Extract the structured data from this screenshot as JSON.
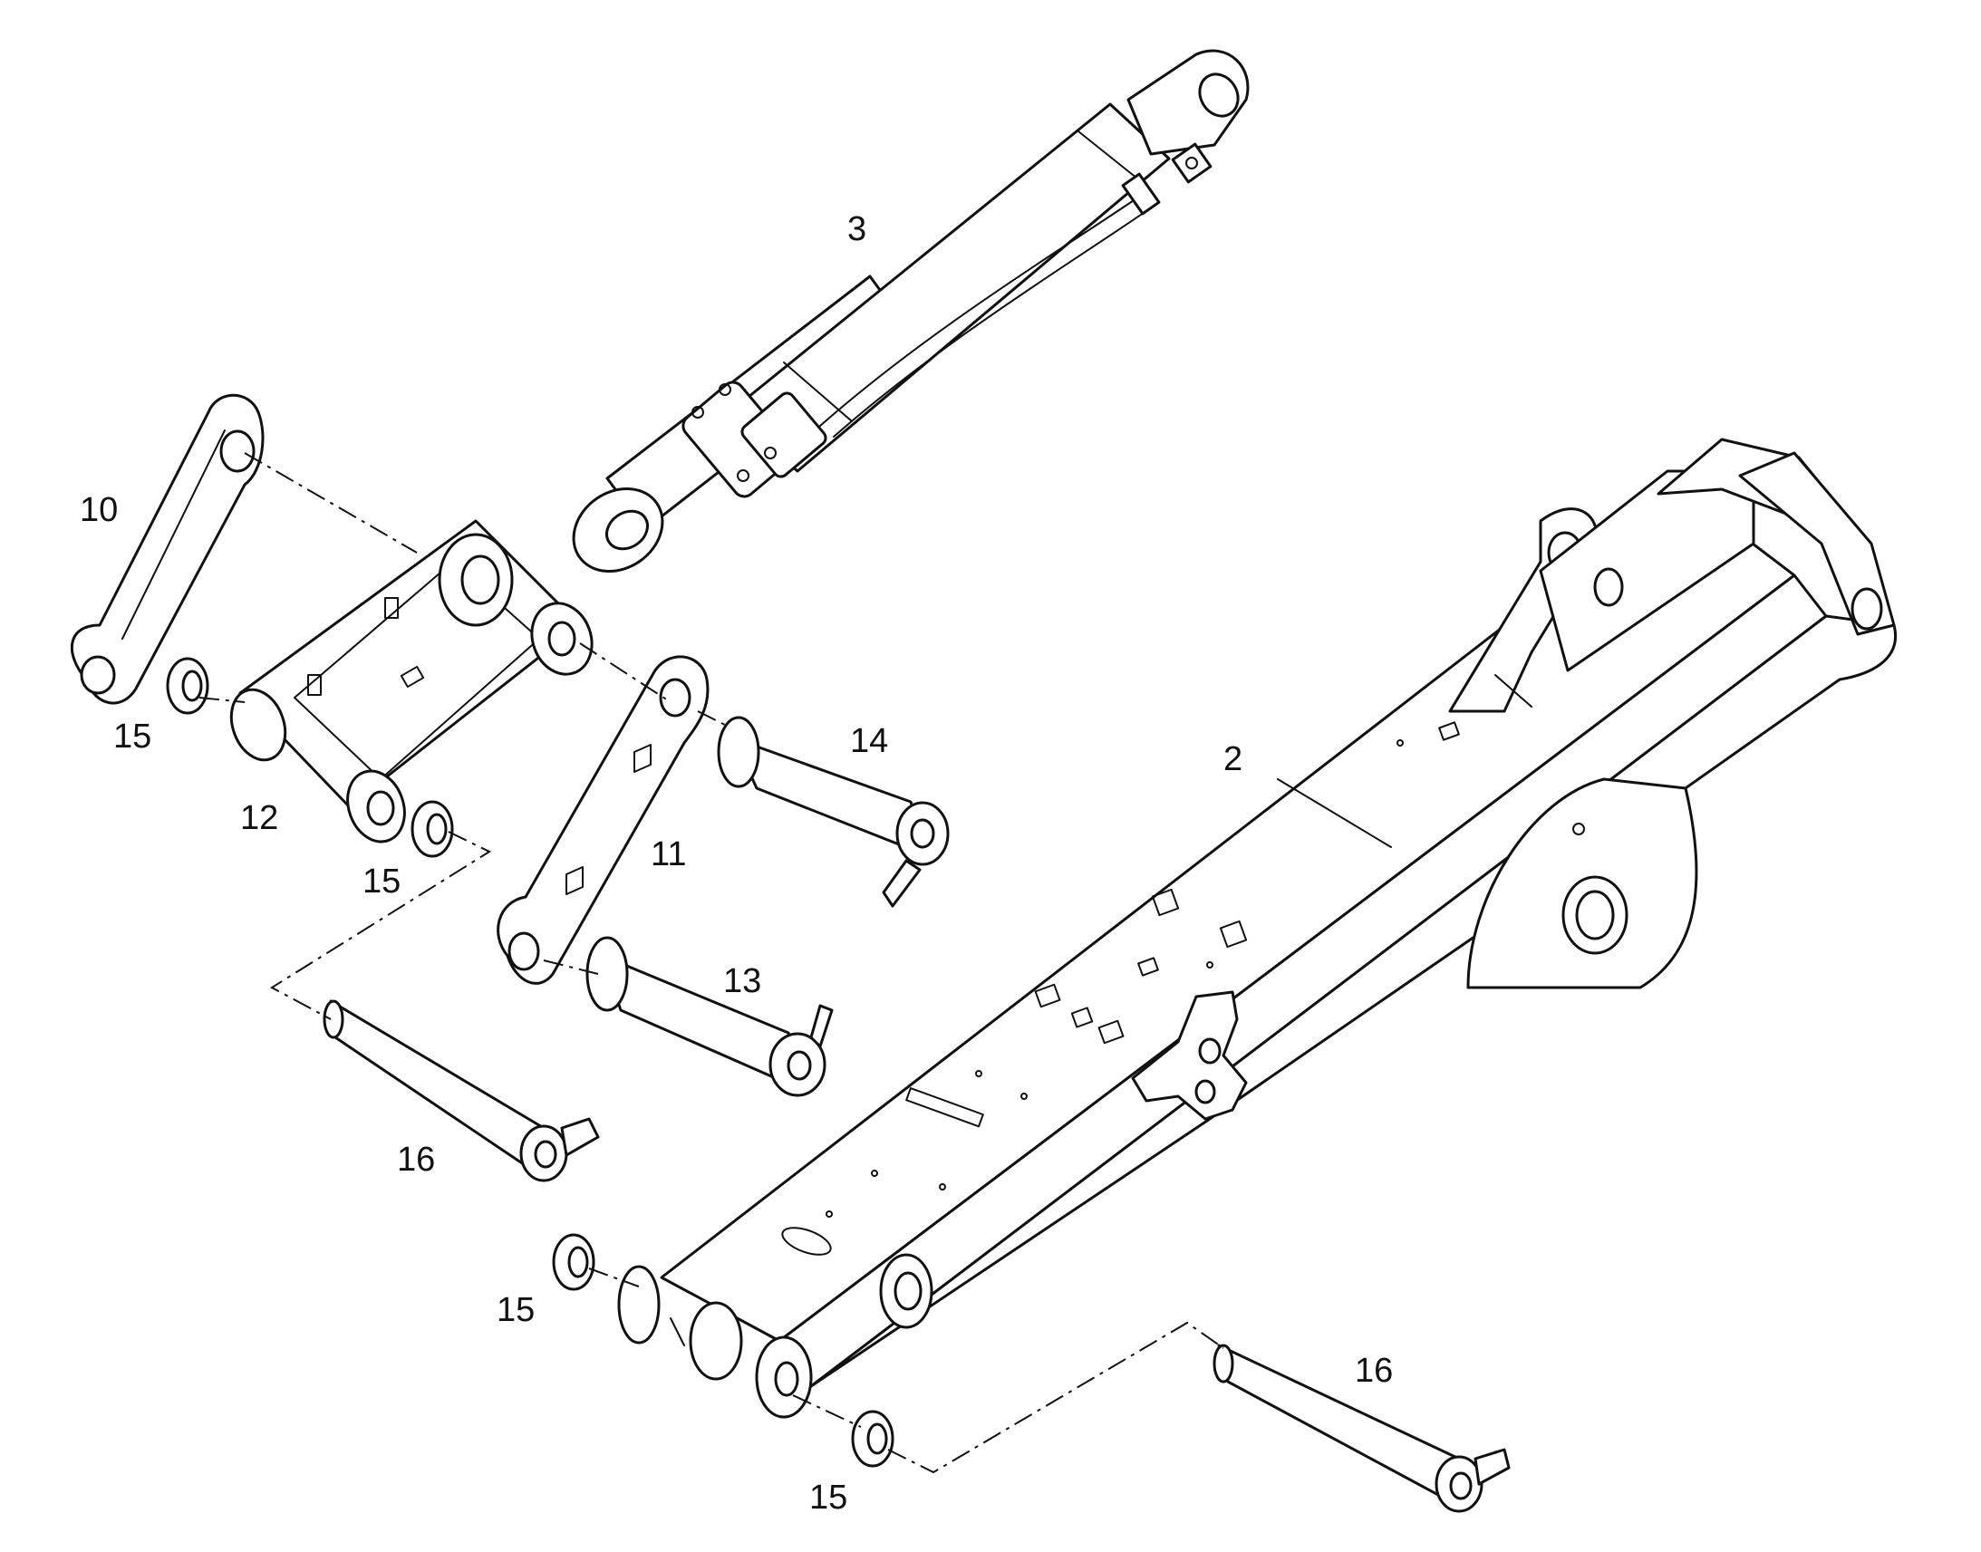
{
  "diagram": {
    "type": "exploded-parts-view",
    "colors": {
      "line": "#111111",
      "background": "#ffffff"
    },
    "callouts": [
      {
        "id": "callout-3",
        "label": "3"
      },
      {
        "id": "callout-10",
        "label": "10"
      },
      {
        "id": "callout-15-a",
        "label": "15"
      },
      {
        "id": "callout-12",
        "label": "12"
      },
      {
        "id": "callout-15-b",
        "label": "15"
      },
      {
        "id": "callout-14",
        "label": "14"
      },
      {
        "id": "callout-11",
        "label": "11"
      },
      {
        "id": "callout-13",
        "label": "13"
      },
      {
        "id": "callout-16-a",
        "label": "16"
      },
      {
        "id": "callout-2",
        "label": "2"
      },
      {
        "id": "callout-15-c",
        "label": "15"
      },
      {
        "id": "callout-16-b",
        "label": "16"
      },
      {
        "id": "callout-15-d",
        "label": "15"
      }
    ]
  }
}
